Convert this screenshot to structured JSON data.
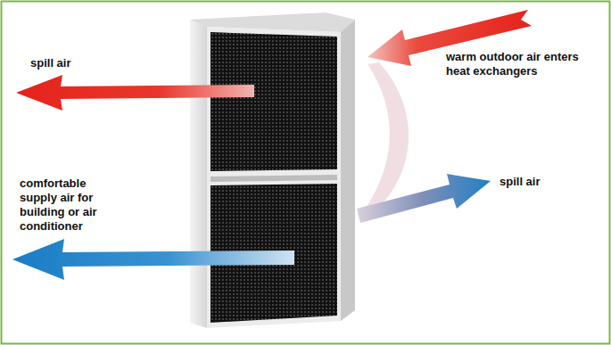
{
  "diagram": {
    "labels": [
      "spill air",
      "warm outdoor air enters heat exchangers",
      "spill air",
      "comfortable supply air for building or air conditioner"
    ]
  }
}
